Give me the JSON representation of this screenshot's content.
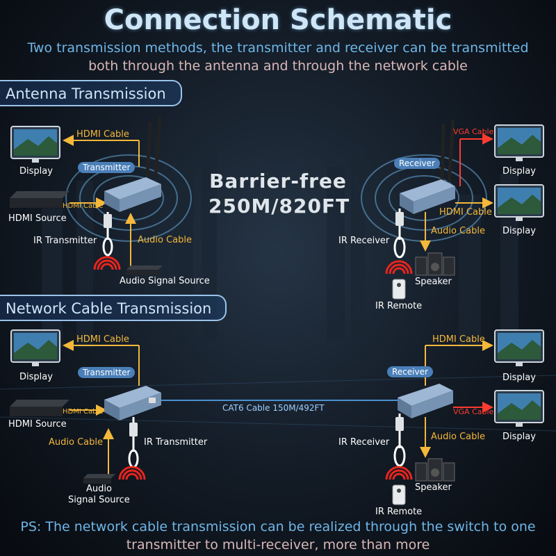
{
  "header": {
    "title": "Connection Schematic",
    "subtitle_part1": "Two transmission methods, the transmitter and receiver can be transmitted",
    "subtitle_part2": "both through the antenna and through the network cable"
  },
  "sections": {
    "antenna": "Antenna Transmission",
    "network": "Network Cable Transmission"
  },
  "center": {
    "line1": "Barrier-free",
    "line2": "250M/820FT"
  },
  "antenna_tx": {
    "hdmi_cable_top": "HDMI Cable",
    "display": "Display",
    "transmitter": "Transmitter",
    "hdmi_cable_small": "HDMI Cable",
    "hdmi_source": "HDMI Source",
    "ir_transmitter": "IR Transmitter",
    "audio_cable": "Audio Cable",
    "audio_source": "Audio Signal Source"
  },
  "antenna_rx": {
    "receiver": "Receiver",
    "vga_cable": "VGA Cable",
    "display1": "Display",
    "hdmi_cable": "HDMI Cable",
    "display2": "Display",
    "audio_cable": "Audio Cable",
    "ir_receiver": "IR Receiver",
    "speaker": "Speaker",
    "ir_remote": "IR Remote"
  },
  "network_tx": {
    "hdmi_cable_top": "HDMI Cable",
    "display": "Display",
    "transmitter": "Transmitter",
    "hdmi_cable_small": "HDMI Cable",
    "hdmi_source": "HDMI Source",
    "audio_cable": "Audio Cable",
    "ir_transmitter": "IR Transmitter",
    "audio_source_1": "Audio",
    "audio_source_2": "Signal Source"
  },
  "network_link": "CAT6 Cable 150M/492FT",
  "network_rx": {
    "receiver": "Receiver",
    "hdmi_cable": "HDMI Cable",
    "display1": "Display",
    "vga_cable": "VGA Cable",
    "display2": "Display",
    "audio_cable": "Audio Cable",
    "ir_receiver": "IR Receiver",
    "speaker": "Speaker",
    "ir_remote": "IR Remote"
  },
  "footer": {
    "ps_part1": "PS: The network cable transmission can be realized through the switch to one",
    "ps_part2": "transmitter to multi-receiver, more than more"
  },
  "colors": {
    "accent_blue": "#6fb6e8",
    "cable_orange": "#f4b83a",
    "vga_red": "#ff3b30"
  }
}
